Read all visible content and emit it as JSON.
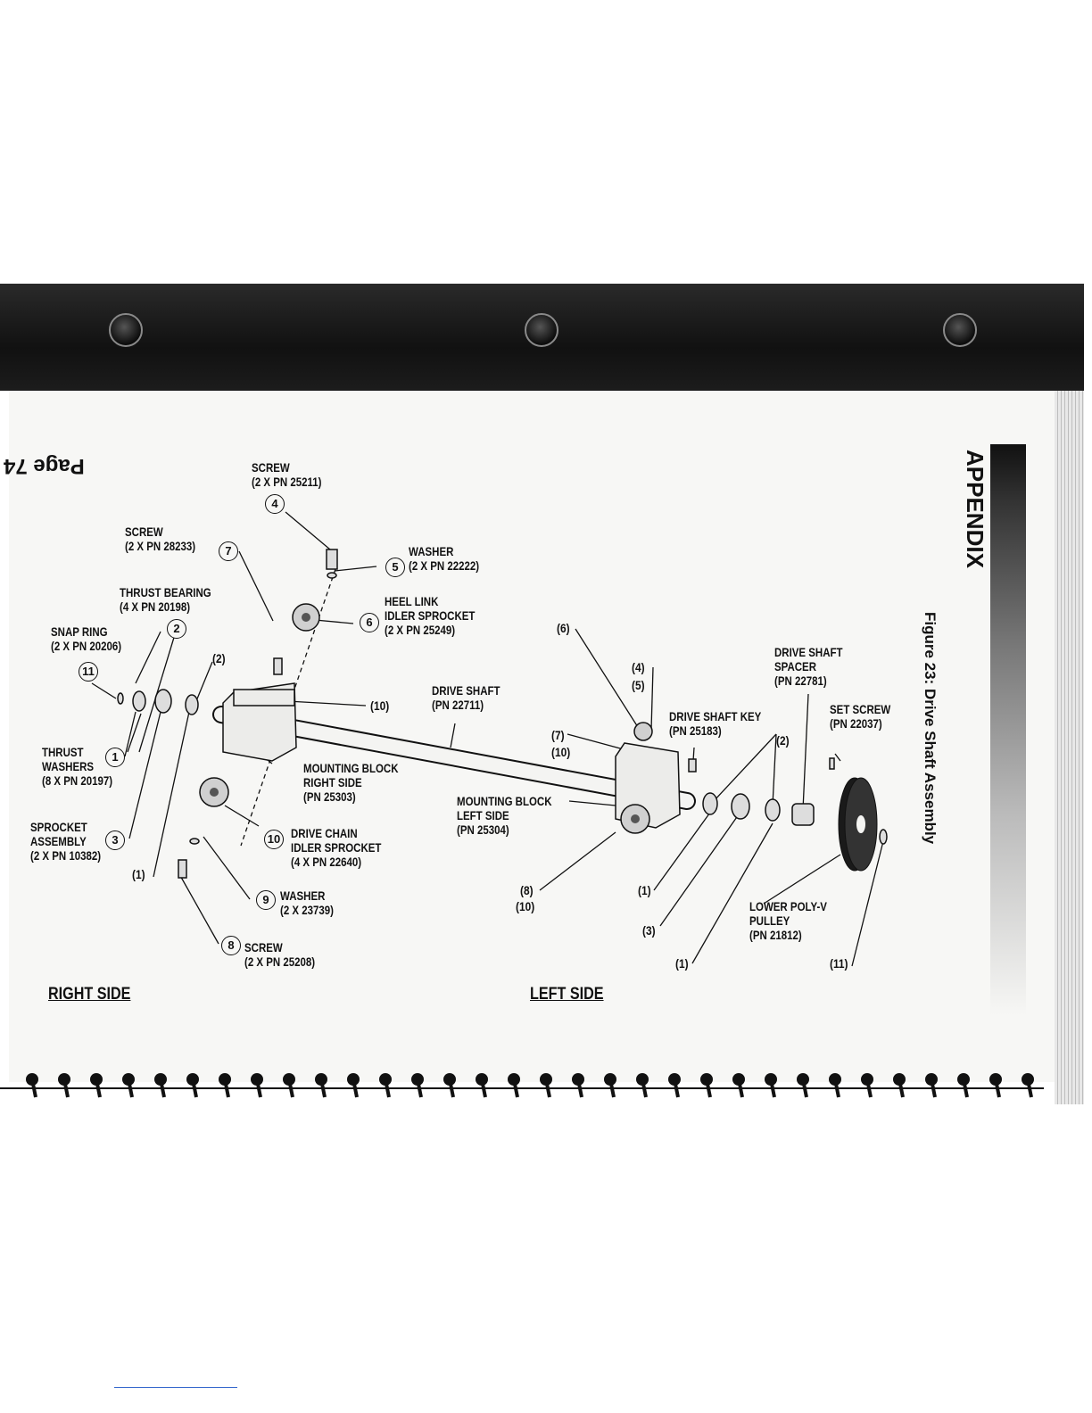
{
  "section": "APPENDIX",
  "figure_title": "Figure 23: Drive Shaft Assembly",
  "page_number": "Page 74",
  "side_titles": {
    "right": "RIGHT SIDE",
    "left": "LEFT SIDE"
  },
  "parts": [
    {
      "num": "4",
      "name": "SCREW",
      "pn": "(2 X PN 25211)"
    },
    {
      "num": "7",
      "name": "SCREW",
      "pn": "(2 X PN 28233)"
    },
    {
      "num": "5",
      "name": "WASHER",
      "pn": "(2 X PN 22222)"
    },
    {
      "num": "2",
      "name": "THRUST BEARING",
      "pn": "(4 X PN 20198)"
    },
    {
      "num": "6",
      "name": "HEEL LINK\nIDLER SPROCKET",
      "pn": "(2 X PN 25249)"
    },
    {
      "num": "11",
      "name": "SNAP RING",
      "pn": "(2 X PN 20206)"
    },
    {
      "num": "1",
      "name": "THRUST\nWASHERS",
      "pn": "(8 X PN 20197)"
    },
    {
      "num": "3",
      "name": "SPROCKET\nASSEMBLY",
      "pn": "(2 X PN 10382)"
    },
    {
      "num": "10",
      "name": "DRIVE CHAIN\nIDLER SPROCKET",
      "pn": "(4 X PN 22640)"
    },
    {
      "num": "9",
      "name": "WASHER",
      "pn": "(2 X 23739)"
    },
    {
      "num": "8",
      "name": "SCREW",
      "pn": "(2 X PN 25208)"
    }
  ],
  "components": {
    "drive_shaft": "DRIVE SHAFT\n(PN 22711)",
    "mount_right": "MOUNTING BLOCK\nRIGHT SIDE\n(PN 25303)",
    "mount_left": "MOUNTING BLOCK\nLEFT SIDE\n(PN 25304)",
    "shaft_key": "DRIVE SHAFT KEY\n(PN 25183)",
    "shaft_spacer": "DRIVE SHAFT\nSPACER\n(PN 22781)",
    "set_screw": "SET SCREW\n(PN 22037)",
    "pulley": "LOWER POLY-V\nPULLEY\n(PN 21812)"
  },
  "refs": {
    "r2": "(2)",
    "r10": "(10)",
    "r1a": "(1)",
    "r6": "(6)",
    "r4": "(4)",
    "r5": "(5)",
    "r7": "(7)",
    "r10b": "(10)",
    "r2b": "(2)",
    "r8": "(8)",
    "r10c": "(10)",
    "r1b": "(1)",
    "r3": "(3)",
    "r1c": "(1)",
    "r11": "(11)"
  }
}
